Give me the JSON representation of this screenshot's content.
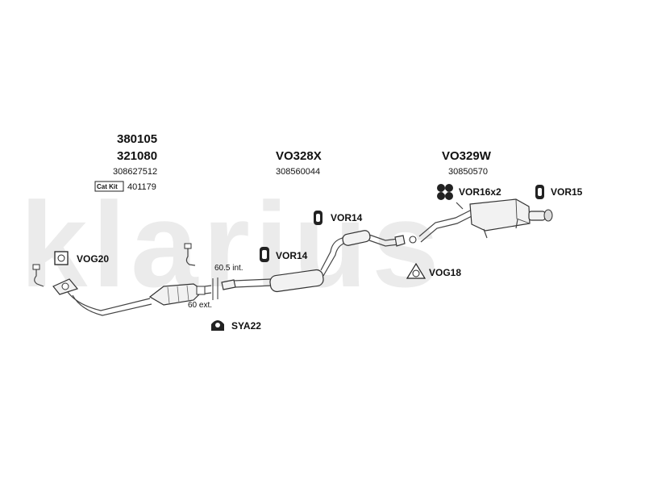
{
  "watermark": "klarius",
  "parts": {
    "group1": {
      "code_a": "380105",
      "code_b": "321080",
      "oe": "308627512",
      "catkit_label": "Cat Kit",
      "catkit_no": "401179"
    },
    "group2": {
      "code": "VO328X",
      "oe": "308560044"
    },
    "group3": {
      "code": "VO329W",
      "oe": "30850570"
    }
  },
  "fittings": {
    "vog20": "VOG20",
    "vor14_a": "VOR14",
    "vor14_b": "VOR14",
    "vor16": "VOR16x2",
    "vor15": "VOR15",
    "vog18": "VOG18",
    "sya22": "SYA22"
  },
  "notes": {
    "int": "60.5 int.",
    "ext": "60 ext."
  }
}
